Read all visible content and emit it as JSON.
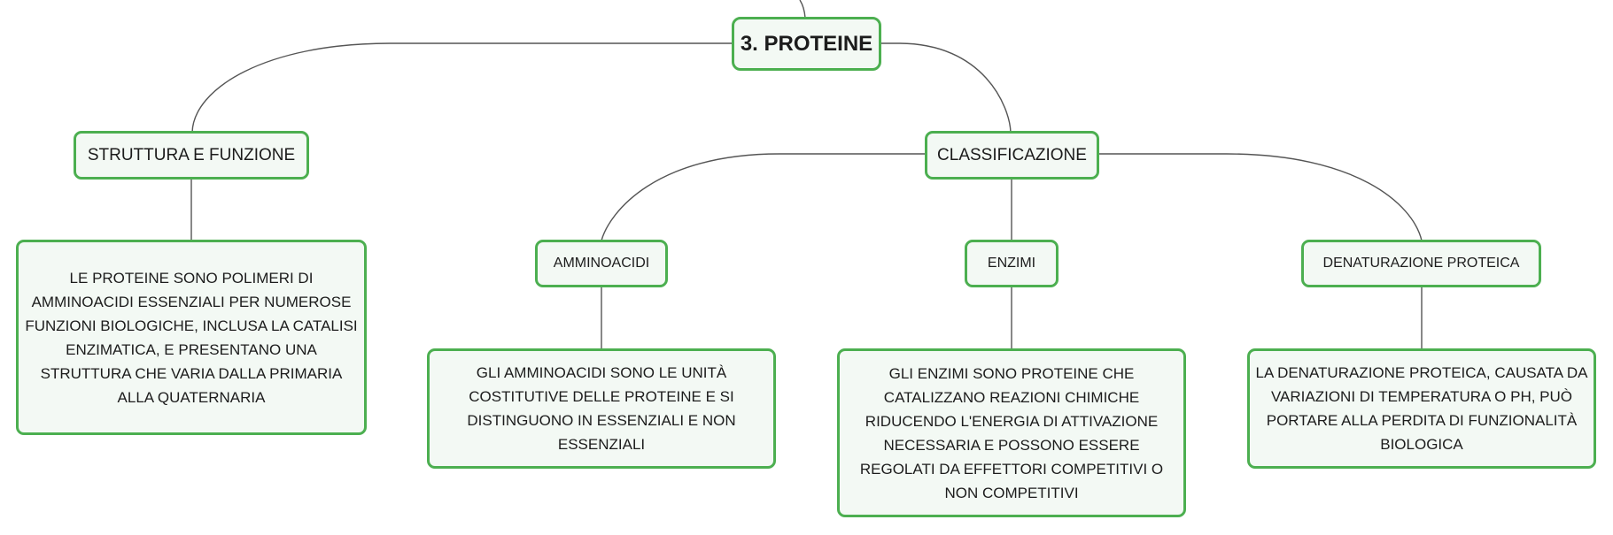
{
  "colors": {
    "node_border": "#4caf50",
    "node_fill": "#f3f9f4",
    "connector": "#555555",
    "text": "#1c1c1c"
  },
  "diagram": {
    "root": {
      "label": "3. PROTEINE"
    },
    "struttura": {
      "label": "STRUTTURA E FUNZIONE",
      "description": "LE PROTEINE SONO POLIMERI DI AMMINOACIDI ESSENZIALI PER NUMEROSE FUNZIONI BIOLOGICHE, INCLUSA LA CATALISI ENZIMATICA, E PRESENTANO UNA STRUTTURA CHE VARIA DALLA PRIMARIA ALLA QUATERNARIA"
    },
    "classificazione": {
      "label": "CLASSIFICAZIONE"
    },
    "amminoacidi": {
      "label": "AMMINOACIDI",
      "description": "GLI AMMINOACIDI SONO LE UNITÀ COSTITUTIVE DELLE PROTEINE E SI DISTINGUONO IN ESSENZIALI E NON ESSENZIALI"
    },
    "enzimi": {
      "label": "ENZIMI",
      "description": "GLI ENZIMI SONO PROTEINE CHE CATALIZZANO REAZIONI CHIMICHE RIDUCENDO L'ENERGIA DI ATTIVAZIONE NECESSARIA E POSSONO ESSERE REGOLATI DA EFFETTORI COMPETITIVI O NON COMPETITIVI"
    },
    "denaturazione": {
      "label": "DENATURAZIONE PROTEICA",
      "description": "LA DENATURAZIONE PROTEICA, CAUSATA DA VARIAZIONI DI TEMPERATURA O PH, PUÒ PORTARE ALLA PERDITA DI FUNZIONALITÀ BIOLOGICA"
    }
  }
}
